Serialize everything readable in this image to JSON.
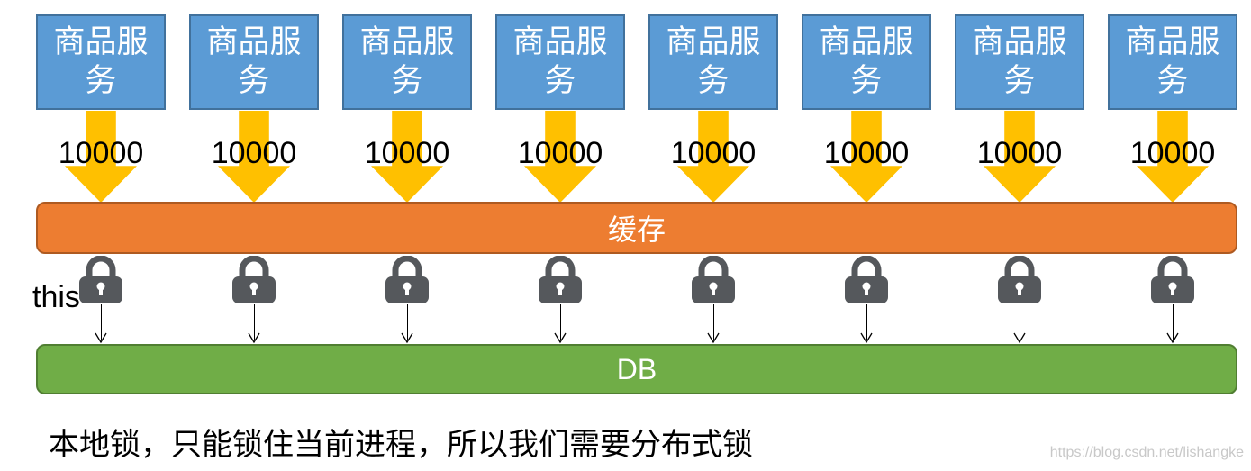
{
  "services": [
    {
      "label": "商品服务",
      "count": "10000"
    },
    {
      "label": "商品服务",
      "count": "10000"
    },
    {
      "label": "商品服务",
      "count": "10000"
    },
    {
      "label": "商品服务",
      "count": "10000"
    },
    {
      "label": "商品服务",
      "count": "10000"
    },
    {
      "label": "商品服务",
      "count": "10000"
    },
    {
      "label": "商品服务",
      "count": "10000"
    },
    {
      "label": "商品服务",
      "count": "10000"
    }
  ],
  "cache": {
    "label": "缓存"
  },
  "lock_icon": "padlock-icon",
  "this_label": "this",
  "db": {
    "label": "DB"
  },
  "caption": "本地锁，只能锁住当前进程，所以我们需要分布式锁",
  "watermark": "https://blog.csdn.net/lishangke",
  "colors": {
    "service": "#5b9bd5",
    "arrow": "#ffc000",
    "cache": "#ed7d31",
    "db": "#70ad47",
    "lock": "#55585c"
  }
}
